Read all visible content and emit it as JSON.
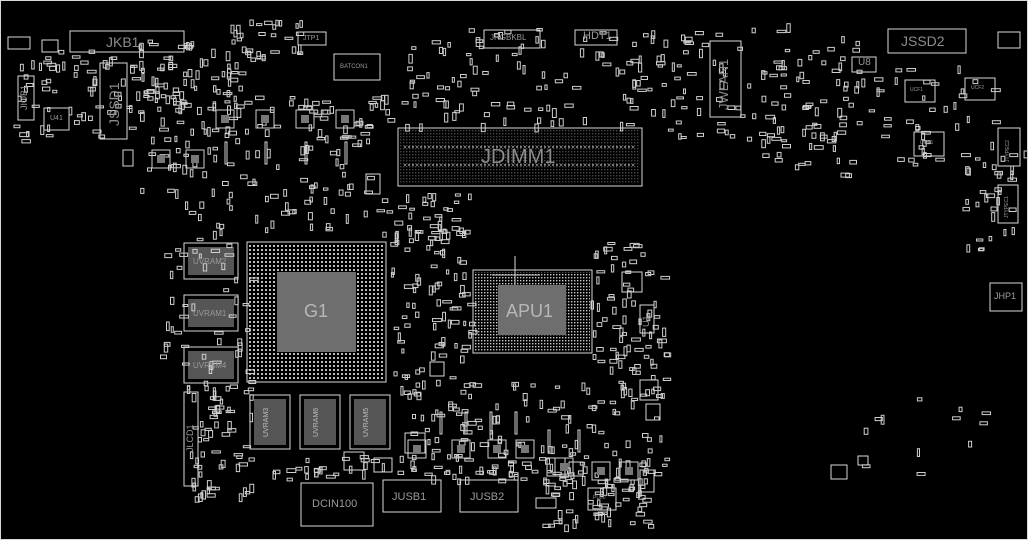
{
  "colors": {
    "background": "#000000",
    "outline": "#d8d8d8",
    "label": "#9a9a9a",
    "chip_fill": "#7a7a7a"
  },
  "components": {
    "jkb1": "JKB1",
    "jtp1": "JTP1",
    "batcon1": "BATCON1",
    "jrgbkbl": "JRGBKBL",
    "hdt1": "HDT1",
    "jssd2": "JSSD2",
    "u8": "U8",
    "jiob1": "JIOB1",
    "jssd1": "JSSD1",
    "u41": "U41",
    "jwlan1": "JWLAN1",
    "jdimm1": "JDIMM1",
    "jtypec2": "JTYPEC2",
    "jtypec1": "JTYPEC1",
    "jhp1": "JHP1",
    "uvram2": "UVRAM2",
    "uvram1": "UVRAM1",
    "uvram4": "UVRAM4",
    "uvram3": "UVRAM3",
    "uvram6": "UVRAM6",
    "uvram5": "UVRAM5",
    "g1": "G1",
    "apu1": "APU1",
    "u1": "U1",
    "jlcd1": "JLCD1",
    "dcin100": "DCIN100",
    "jusb1": "JUSB1",
    "jusb2": "JUSB2",
    "ucf1": "UCF1",
    "ucf2": "UCF2",
    "ucp1": "UCP1",
    "pu60": "PU60"
  }
}
